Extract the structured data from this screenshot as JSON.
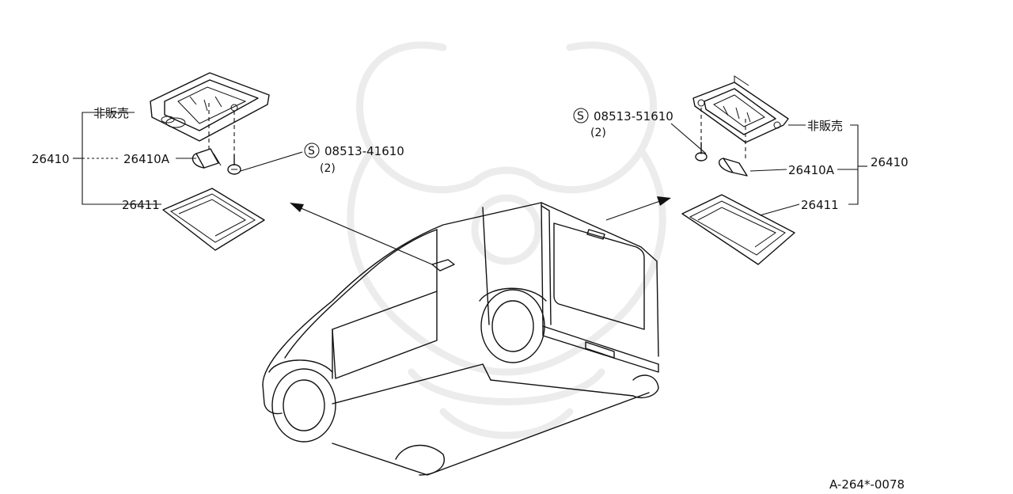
{
  "left_assembly": {
    "not_for_sale": "非販売",
    "assembly_no": "26410",
    "bulb_no": "26410A",
    "screw_symbol": "S",
    "screw_no": "08513-41610",
    "screw_qty": "(2)",
    "lens_no": "26411"
  },
  "right_assembly": {
    "not_for_sale": "非販売",
    "assembly_no": "26410",
    "bulb_no": "26410A",
    "screw_symbol": "S",
    "screw_no": "08513-51610",
    "screw_qty": "(2)",
    "lens_no": "26411"
  },
  "diagram_code": "A-264*-0078",
  "colors": {
    "line": "#111111",
    "watermark": "#ececec",
    "background": "#ffffff"
  }
}
